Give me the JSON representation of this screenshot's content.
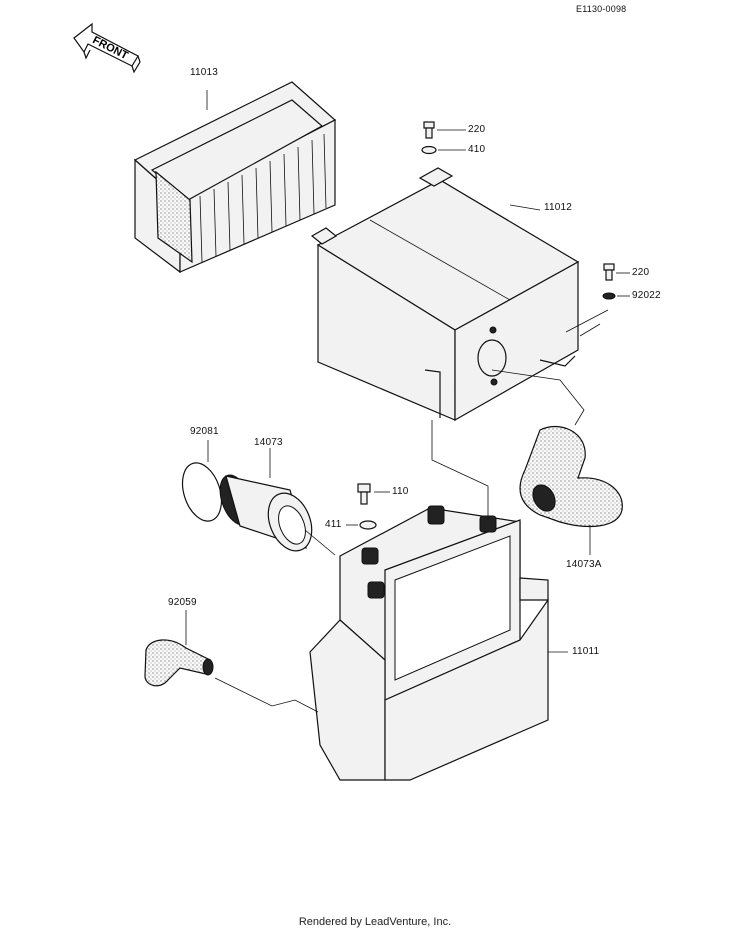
{
  "diagram_id": "E1130-0098",
  "front_arrow": "FRONT",
  "parts": [
    {
      "code": "11013"
    },
    {
      "code": "220"
    },
    {
      "code": "410"
    },
    {
      "code": "11012"
    },
    {
      "code": "220"
    },
    {
      "code": "92022"
    },
    {
      "code": "92081"
    },
    {
      "code": "14073"
    },
    {
      "code": "110"
    },
    {
      "code": "411"
    },
    {
      "code": "14073A"
    },
    {
      "code": "92059"
    },
    {
      "code": "11011"
    }
  ],
  "footer": "Rendered by LeadVenture, Inc."
}
